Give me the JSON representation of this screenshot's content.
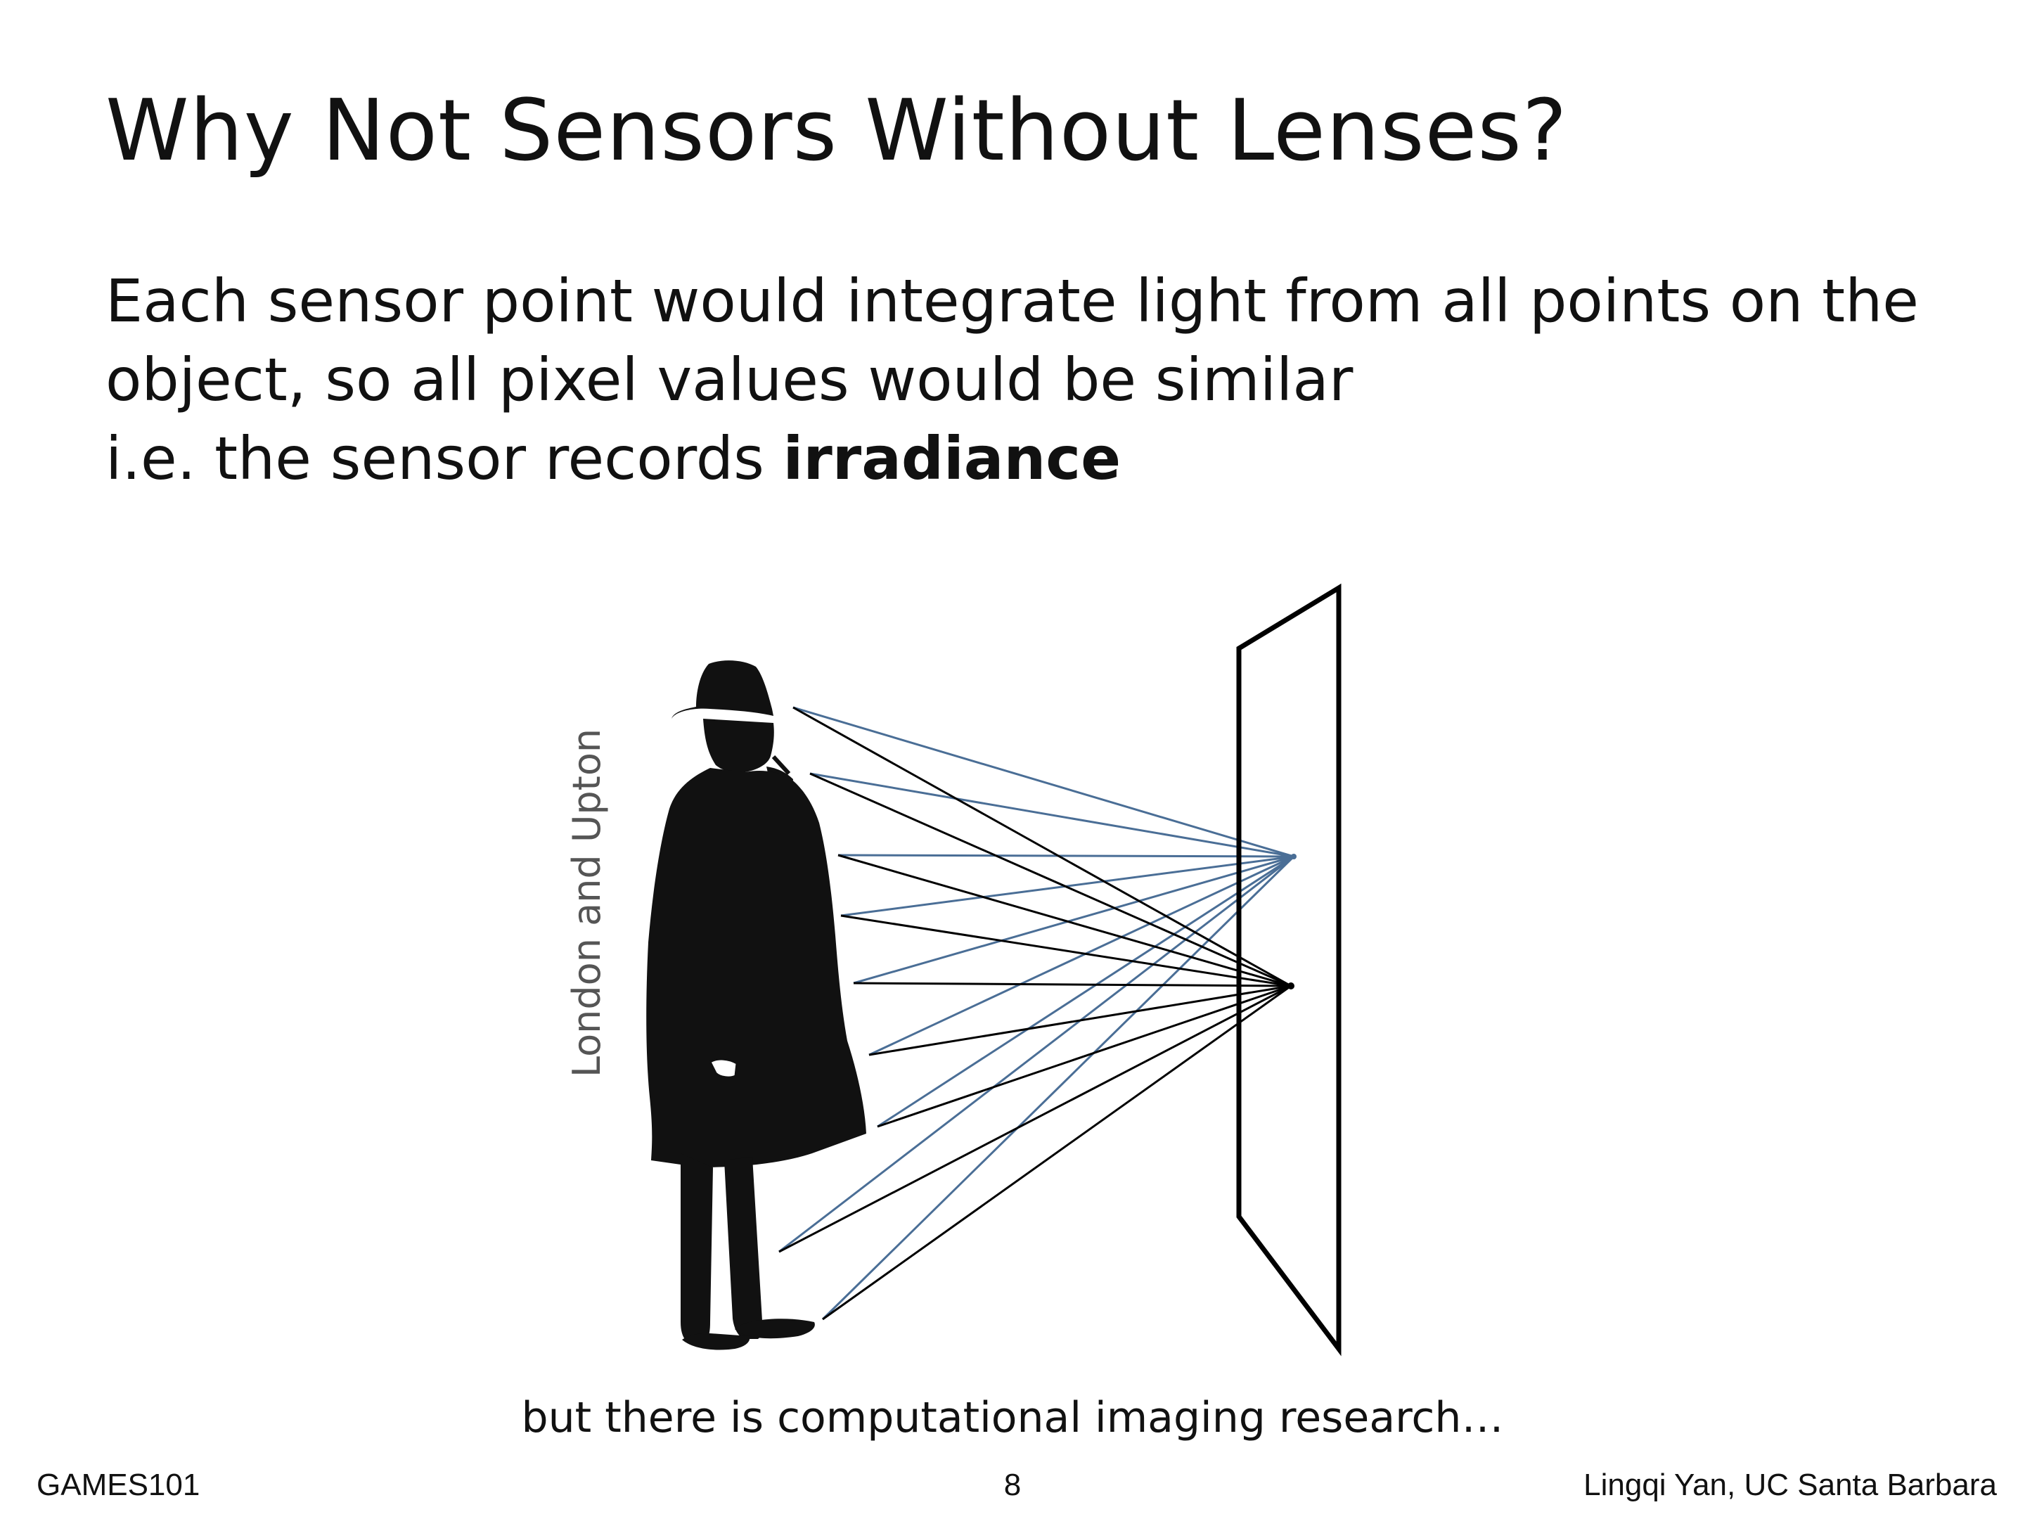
{
  "slide": {
    "title": "Why Not Sensors Without Lenses?",
    "body_line1": "Each sensor point would integrate light from all points on the",
    "body_line2": "object, so all pixel values would be similar",
    "body_line3_prefix": "i.e. the sensor records ",
    "body_line3_bold": "irradiance",
    "image_credit": "London and Upton",
    "caption": "but there is computational imaging research…",
    "footer_left": "GAMES101",
    "page_number": "8",
    "footer_right": "Lingqi Yan, UC Santa Barbara"
  },
  "colors": {
    "ray_blue": "#4a6e96",
    "ray_black": "#000000",
    "sensor_outline": "#000000",
    "silhouette": "#111111"
  }
}
